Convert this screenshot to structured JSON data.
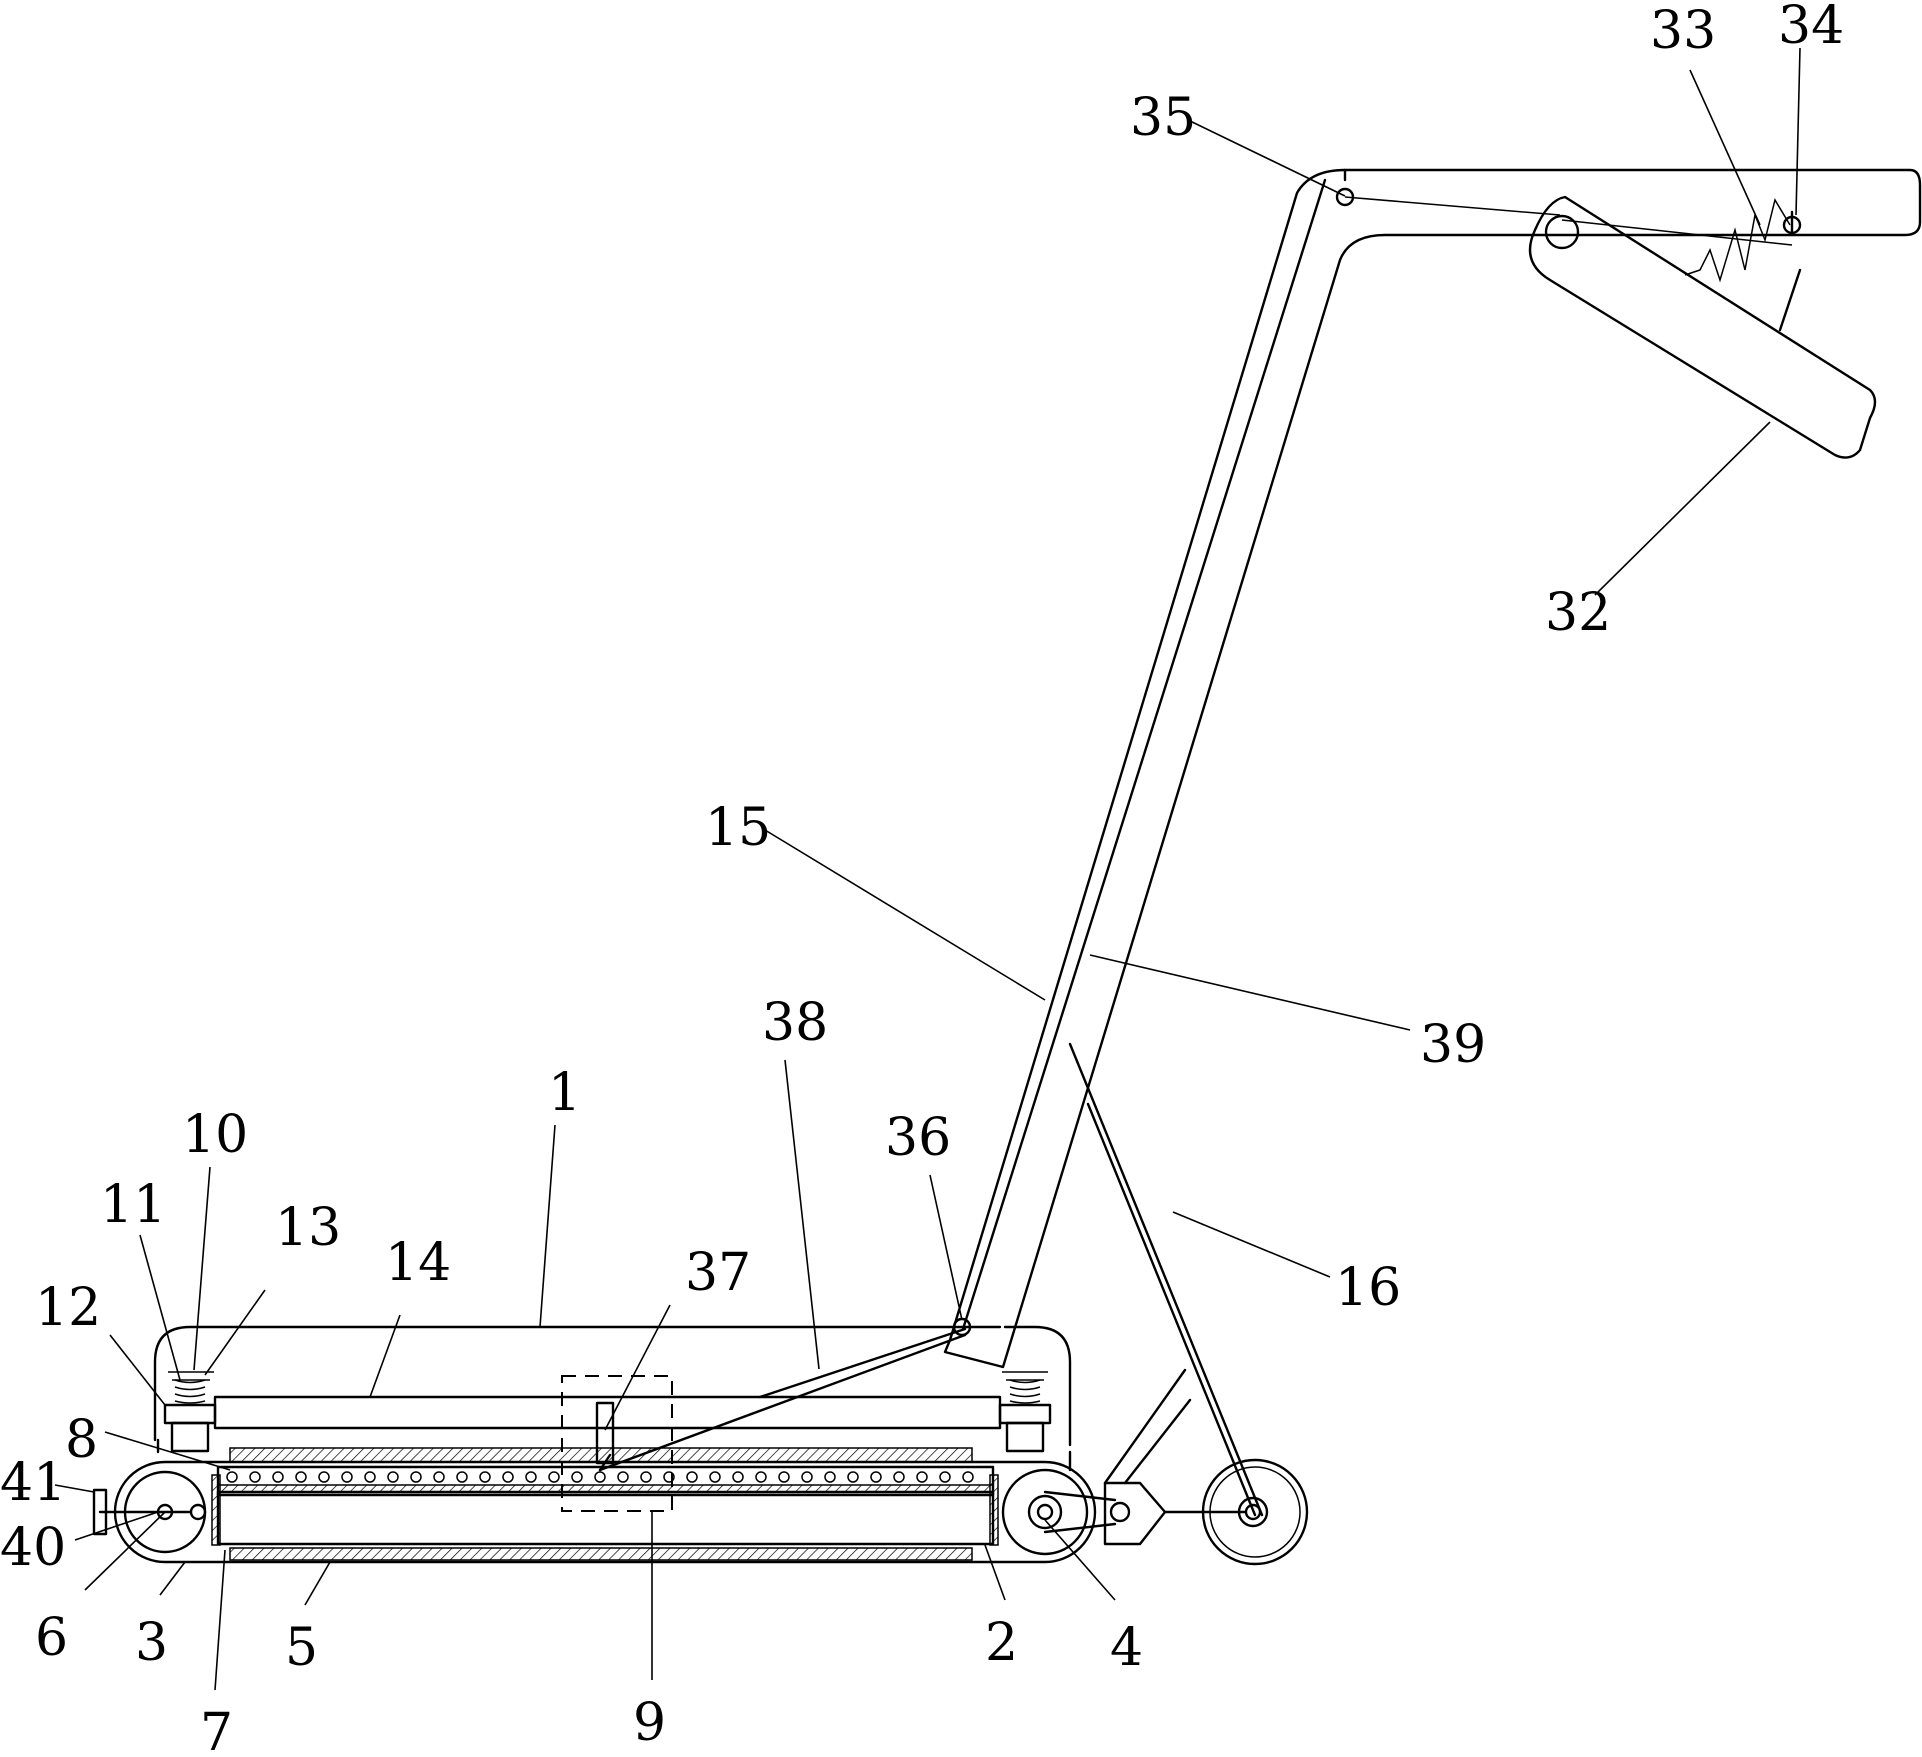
{
  "labels": {
    "l1": "1",
    "l2": "2",
    "l3": "3",
    "l4": "4",
    "l5": "5",
    "l6": "6",
    "l7": "7",
    "l8": "8",
    "l9": "9",
    "l10": "10",
    "l11": "11",
    "l12": "12",
    "l13": "13",
    "l14": "14",
    "l15": "15",
    "l16": "16",
    "l32": "32",
    "l33": "33",
    "l34": "34",
    "l35": "35",
    "l36": "36",
    "l37": "37",
    "l38": "38",
    "l39": "39",
    "l40": "40",
    "l41": "41"
  }
}
